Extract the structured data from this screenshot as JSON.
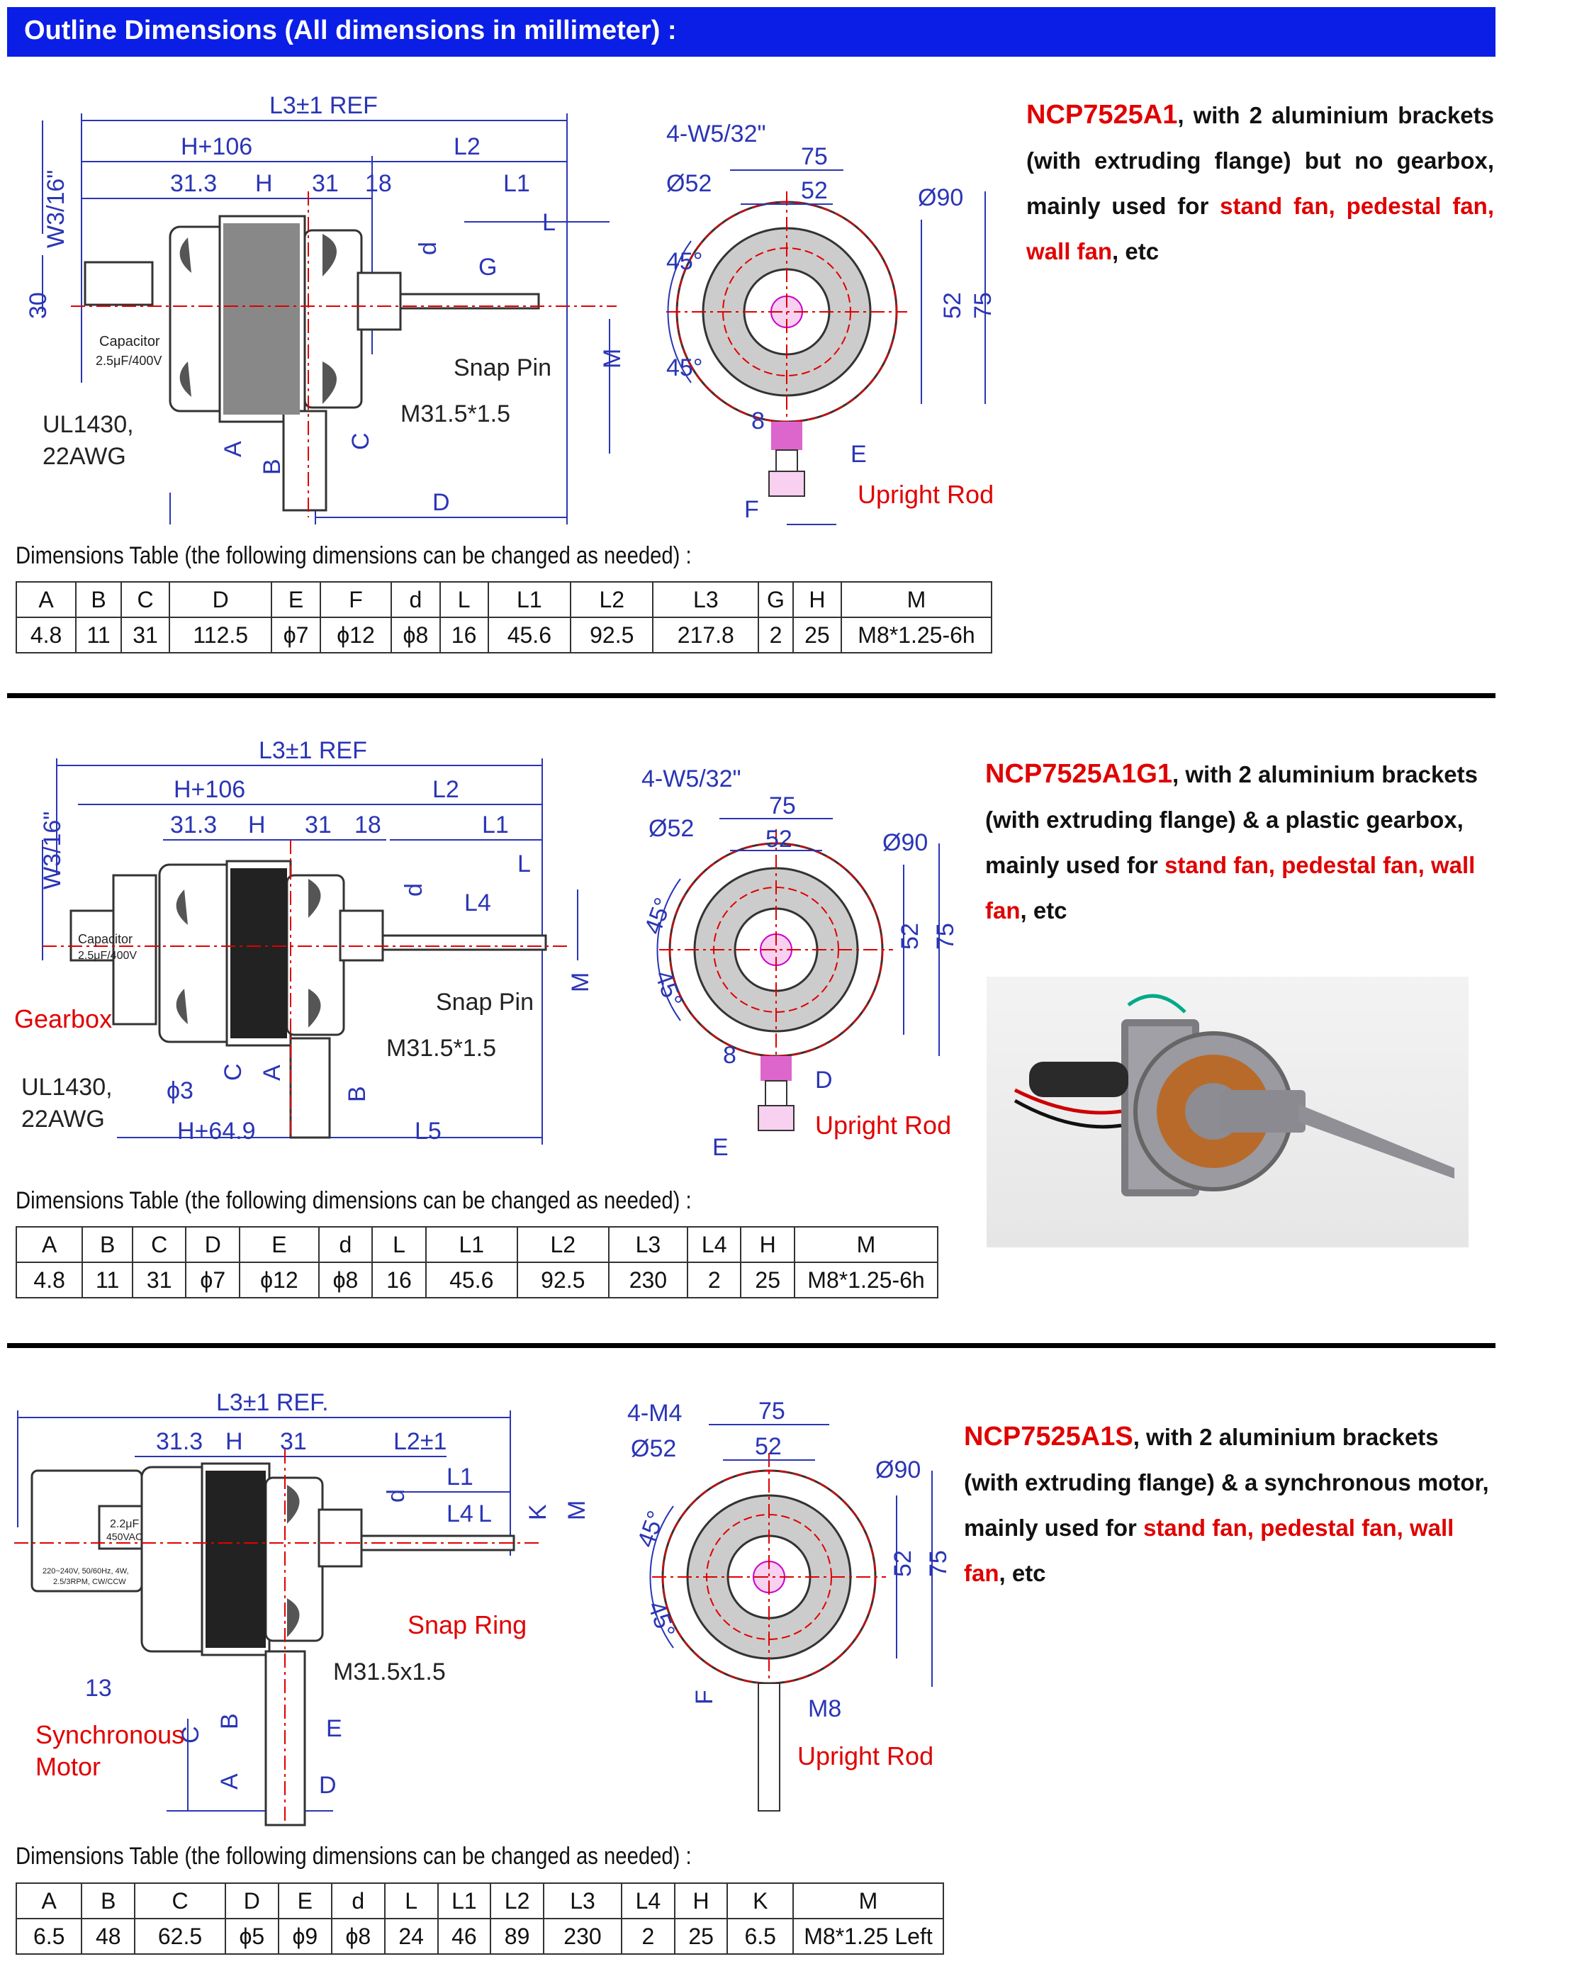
{
  "header": {
    "title": "Outline Dimensions (All dimensions in millimeter) :"
  },
  "sections": [
    {
      "model": "NCP7525A1",
      "desc_a": ", with 2 aluminium brackets (with extruding flange) but no gearbox, mainly used for ",
      "desc_red": "stand fan, pedestal fan, wall fan",
      "desc_b": ", etc",
      "table_title": "Dimensions Table (the following dimensions can be changed as needed) :",
      "headers": [
        "A",
        "B",
        "C",
        "D",
        "E",
        "F",
        "d",
        "L",
        "L1",
        "L2",
        "L3",
        "G",
        "H",
        "M"
      ],
      "values": [
        "4.8",
        "11",
        "31",
        "112.5",
        "ϕ7",
        "ϕ12",
        "ϕ8",
        "16",
        "45.6",
        "92.5",
        "217.8",
        "2",
        "25",
        "M8*1.25-6h"
      ],
      "labels": {
        "l3": "L3±1 REF",
        "h106": "H+106",
        "l2": "L2",
        "d313": "31.3",
        "h": "H",
        "d31": "31",
        "d18": "18",
        "l1": "L1",
        "l": "L",
        "g": "G",
        "dd": "d",
        "w316": "W3/16\"",
        "d30": "30",
        "cap": "Capacitor",
        "capv": "2.5μF/400V",
        "snap": "Snap Pin",
        "m": "M",
        "thread": "M31.5*1.5",
        "ul": "UL1430,",
        "awg": "22AWG",
        "a": "A",
        "b": "B",
        "c": "C",
        "D": "D",
        "w532": "4-W5/32\"",
        "d75": "75",
        "d52": "52",
        "phi52": "Ø52",
        "phi90": "Ø90",
        "deg1": "45°",
        "deg2": "45°",
        "d8": "8",
        "e": "E",
        "f": "F",
        "rod": "Upright Rod",
        "v52": "52",
        "v75": "75"
      }
    },
    {
      "model": "NCP7525A1G1",
      "desc_a": ", with 2 aluminium brackets (with extruding flange) & a plastic gearbox, mainly used for ",
      "desc_red": "stand fan, pedestal fan, wall fan",
      "desc_b": ", etc",
      "table_title": "Dimensions Table (the following dimensions can be changed as needed) :",
      "headers": [
        "A",
        "B",
        "C",
        "D",
        "E",
        "d",
        "L",
        "L1",
        "L2",
        "L3",
        "L4",
        "H",
        "M"
      ],
      "values": [
        "4.8",
        "11",
        "31",
        "ϕ7",
        "ϕ12",
        "ϕ8",
        "16",
        "45.6",
        "92.5",
        "230",
        "2",
        "25",
        "M8*1.25-6h"
      ],
      "labels": {
        "l3": "L3±1 REF",
        "h106": "H+106",
        "l2": "L2",
        "d313": "31.3",
        "h": "H",
        "d31": "31",
        "d18": "18",
        "l1": "L1",
        "l": "L",
        "l4": "L4",
        "dd": "d",
        "w316": "W3/16\"",
        "cap": "Capacitor",
        "capv": "2.5μF/400V",
        "gearbox": "Gearbox",
        "snap": "Snap Pin",
        "m": "M",
        "thread": "M31.5*1.5",
        "ul": "UL1430,",
        "awg": "22AWG",
        "phi3": "ϕ3",
        "h649": "H+64.9",
        "l5": "L5",
        "a": "A",
        "b": "B",
        "c": "C",
        "w532": "4-W5/32\"",
        "d75": "75",
        "d52": "52",
        "phi52": "Ø52",
        "phi90": "Ø90",
        "deg1": "45°",
        "deg2": "45°",
        "d8": "8",
        "D": "D",
        "e": "E",
        "rod": "Upright Rod",
        "v52": "52",
        "v75": "75"
      }
    },
    {
      "model": "NCP7525A1S",
      "desc_a": ", with 2 aluminium brackets (with extruding flange) & a synchronous motor, mainly used for ",
      "desc_red": "stand fan, pedestal fan, wall fan",
      "desc_b": ", etc",
      "table_title": "Dimensions Table (the following dimensions can be changed as needed) :",
      "headers": [
        "A",
        "B",
        "C",
        "D",
        "E",
        "d",
        "L",
        "L1",
        "L2",
        "L3",
        "L4",
        "H",
        "K",
        "M"
      ],
      "values": [
        "6.5",
        "48",
        "62.5",
        "ϕ5",
        "ϕ9",
        "ϕ8",
        "24",
        "46",
        "89",
        "230",
        "2",
        "25",
        "6.5",
        "M8*1.25 Left"
      ],
      "labels": {
        "l3": "L3±1 REF.",
        "d313": "31.3",
        "h": "H",
        "d31": "31",
        "l2": "L2±1",
        "l1": "L1",
        "l4": "L4",
        "l": "L",
        "k": "K",
        "m": "M",
        "dd": "d",
        "cap": "2.2μF",
        "capv": "450VAC",
        "plate1": "220~240V, 50/60Hz, 4W,",
        "plate2": "2.5/3RPM, CW/CCW",
        "d13": "13",
        "sync1": "Synchronous",
        "sync2": "Motor",
        "snap": "Snap Ring",
        "thread": "M31.5x1.5",
        "c": "C",
        "b": "B",
        "e": "E",
        "a": "A",
        "D": "D",
        "m4": "4-M4",
        "d75": "75",
        "d52": "52",
        "phi52": "Ø52",
        "phi90": "Ø90",
        "deg1": "45°",
        "deg2": "45°",
        "f": "F",
        "m8": "M8",
        "rod": "Upright Rod",
        "v52": "52",
        "v75": "75"
      }
    }
  ],
  "colors": {
    "header_bg": "#0b1ee6",
    "accent_red": "#e00000",
    "dim_blue": "#2a35b5"
  }
}
